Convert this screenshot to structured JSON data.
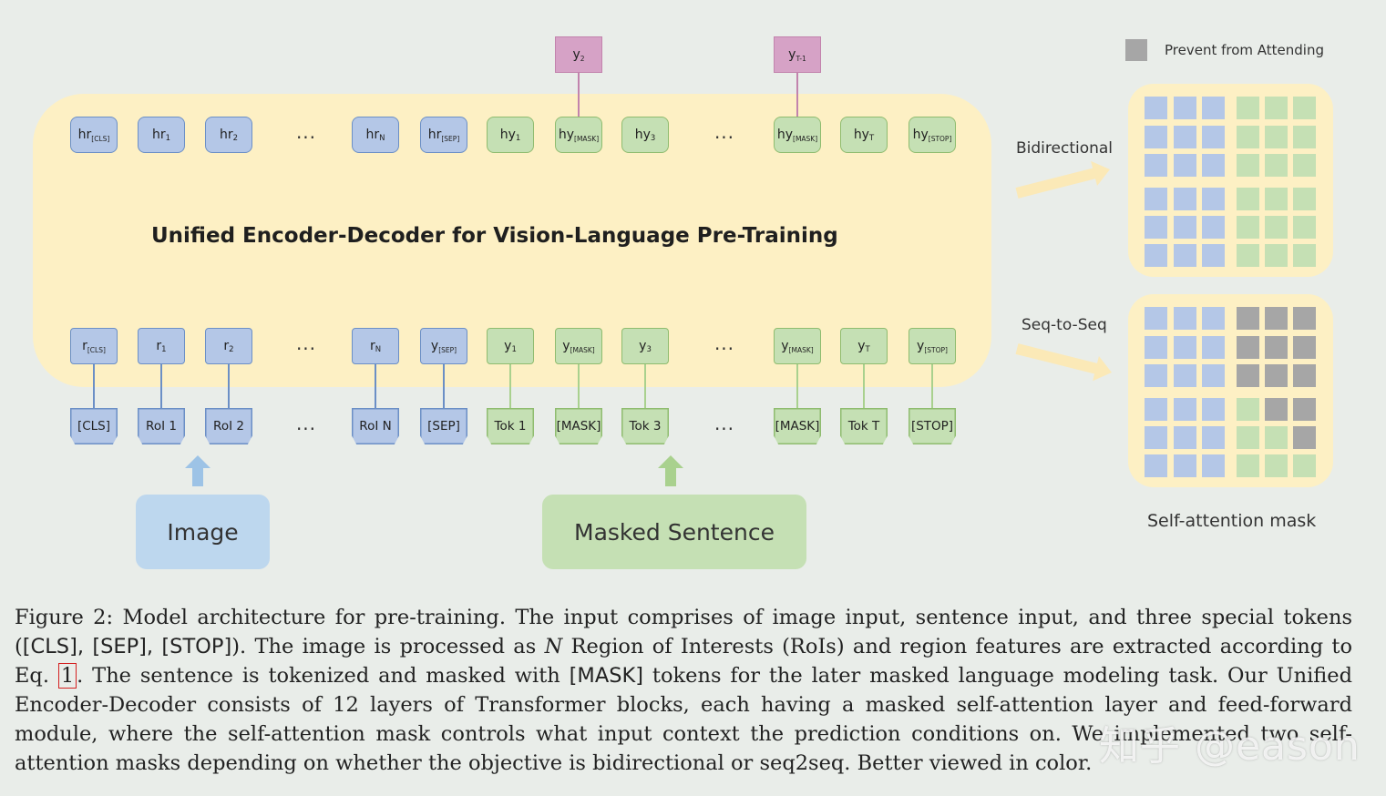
{
  "figure": {
    "title": "Unified Encoder-Decoder for Vision-Language Pre-Training",
    "pink_outputs": [
      {
        "main": "y",
        "sub": "2"
      },
      {
        "main": "y",
        "sub": "T-1"
      }
    ],
    "hidden_tokens": [
      {
        "main": "hr",
        "sub": "[CLS]"
      },
      {
        "main": "hr",
        "sub": "1"
      },
      {
        "main": "hr",
        "sub": "2"
      },
      {
        "dots": "..."
      },
      {
        "main": "hr",
        "sub": "N"
      },
      {
        "main": "hr",
        "sub": "[SEP]"
      },
      {
        "main": "hy",
        "sub": "1"
      },
      {
        "main": "hy",
        "sub": "[MASK]"
      },
      {
        "main": "hy",
        "sub": "3"
      },
      {
        "dots": "..."
      },
      {
        "main": "hy",
        "sub": "[MASK]"
      },
      {
        "main": "hy",
        "sub": "T"
      },
      {
        "main": "hy",
        "sub": "[STOP]"
      }
    ],
    "embed_tokens": [
      {
        "main": "r",
        "sub": "[CLS]"
      },
      {
        "main": "r",
        "sub": "1"
      },
      {
        "main": "r",
        "sub": "2"
      },
      {
        "dots": "..."
      },
      {
        "main": "r",
        "sub": "N"
      },
      {
        "main": "y",
        "sub": "[SEP]"
      },
      {
        "main": "y",
        "sub": "1"
      },
      {
        "main": "y",
        "sub": "[MASK]"
      },
      {
        "main": "y",
        "sub": "3"
      },
      {
        "dots": "..."
      },
      {
        "main": "y",
        "sub": "[MASK]"
      },
      {
        "main": "y",
        "sub": "T"
      },
      {
        "main": "y",
        "sub": "[STOP]"
      }
    ],
    "input_tokens": [
      "[CLS]",
      "RoI 1",
      "RoI 2",
      "...",
      "RoI N",
      "[SEP]",
      "Tok 1",
      "[MASK]",
      "Tok 3",
      "...",
      "[MASK]",
      "Tok T",
      "[STOP]"
    ],
    "image_label": "Image",
    "sentence_label": "Masked Sentence",
    "legend_label": "Prevent from Attending",
    "bidirectional_label": "Bidirectional",
    "seq2seq_label": "Seq-to-Seq",
    "mask_caption": "Self-attention mask",
    "colors": {
      "blue": "#b4c7e7",
      "green": "#c5e0b4",
      "pink": "#d6a2c6",
      "panel": "#fdf0c4",
      "gray": "#a6a6a6",
      "cell_blue": "#b4c7e7",
      "cell_green": "#c5e0b4",
      "cell_gray": "#a6a6a6"
    },
    "bidirectional_mask": [
      "bbbggg",
      "bbbggg",
      "bbbggg",
      "bbbggg",
      "bbbggg",
      "bbbggg"
    ],
    "seq2seq_mask": [
      "bbbxxx",
      "bbbxxx",
      "bbbxxx",
      "bbbgxx",
      "bbbggx",
      "bbbggg"
    ]
  },
  "caption": {
    "p1": "Figure 2: Model architecture for pre-training. The input comprises of image input, sentence input, and three special tokens (",
    "special_tokens": "[CLS], [SEP], [STOP]",
    "p2": "). The image is processed as ",
    "n_var": "N",
    "p3": " Region of Interests (RoIs) and region features are extracted according to Eq. ",
    "eq_ref": "1",
    "p4": ". The sentence is tokenized and masked with ",
    "mask_token": "[MASK]",
    "p5": " tokens for the later masked language modeling task. Our Unified Encoder-Decoder consists of 12 layers of Transformer blocks, each having a masked self-attention layer and feed-forward module, where the self-attention mask controls what input context the prediction conditions on. We implemented two self-attention masks depending on whether the objective is bidirectional or seq2seq. Better viewed in color."
  },
  "watermark": "知乎 @eason"
}
